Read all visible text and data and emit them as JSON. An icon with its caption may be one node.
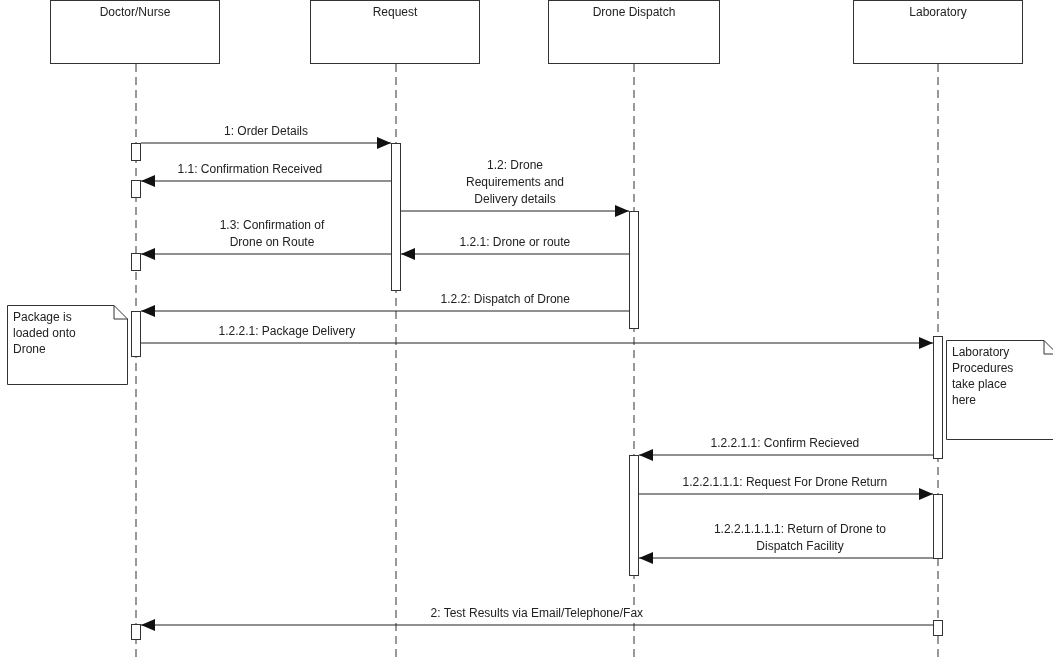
{
  "diagram": {
    "nodes": [
      {
        "text": [
          "Doctor/Nurse"
        ]
      },
      {
        "text": [
          "Request"
        ]
      },
      {
        "text": [
          "Drone Dispatch"
        ]
      },
      {
        "text": [
          "Laboratory"
        ]
      },
      {
        "text": [],
        "shape": "bar"
      },
      {
        "text": [],
        "shape": "bar"
      },
      {
        "text": [],
        "shape": "bar"
      },
      {
        "text": [],
        "shape": "bar"
      },
      {
        "text": [],
        "shape": "bar"
      },
      {
        "text": [],
        "shape": "bar"
      },
      {
        "text": [],
        "shape": "bar"
      },
      {
        "text": [],
        "shape": "bar"
      },
      {
        "text": [],
        "shape": "bar"
      },
      {
        "text": [],
        "shape": "bar"
      },
      {
        "text": [],
        "shape": "bar"
      },
      {
        "text": [
          "Package is loaded onto Drone"
        ]
      },
      {
        "text": [
          "Laboratory Procedures take place here"
        ]
      }
    ],
    "edges": [
      {
        "from": 4,
        "to": 9,
        "arrow": "to",
        "label": "1: Order Details"
      },
      {
        "from": 9,
        "to": 5,
        "arrow": "to",
        "label": "1.1: Confirmation Received"
      },
      {
        "from": 9,
        "to": 10,
        "arrow": "to",
        "label": "1.2: Drone Requirements and Delivery details"
      },
      {
        "from": 9,
        "to": 6,
        "arrow": "to",
        "label": "1.3: Confirmation of Drone on Route"
      },
      {
        "from": 10,
        "to": 9,
        "arrow": "to",
        "label": "1.2.1: Drone or route"
      },
      {
        "from": 10,
        "to": 7,
        "arrow": "to",
        "label": "1.2.2: Dispatch of Drone"
      },
      {
        "from": 7,
        "to": 12,
        "arrow": "to",
        "label": "1.2.2.1: Package Delivery"
      },
      {
        "from": 12,
        "to": 11,
        "arrow": "to",
        "label": "1.2.2.1.1: Confirm Recieved"
      },
      {
        "from": 11,
        "to": 13,
        "arrow": "to",
        "label": "1.2.2.1.1.1: Request For Drone Return"
      },
      {
        "from": 13,
        "to": 11,
        "arrow": "to",
        "label": "1.2.2.1.1.1.1: Return of Drone to Dispatch Facility"
      },
      {
        "from": 14,
        "to": 8,
        "arrow": "to",
        "label": "2: Test Results via Email/Telephone/Fax"
      }
    ]
  }
}
